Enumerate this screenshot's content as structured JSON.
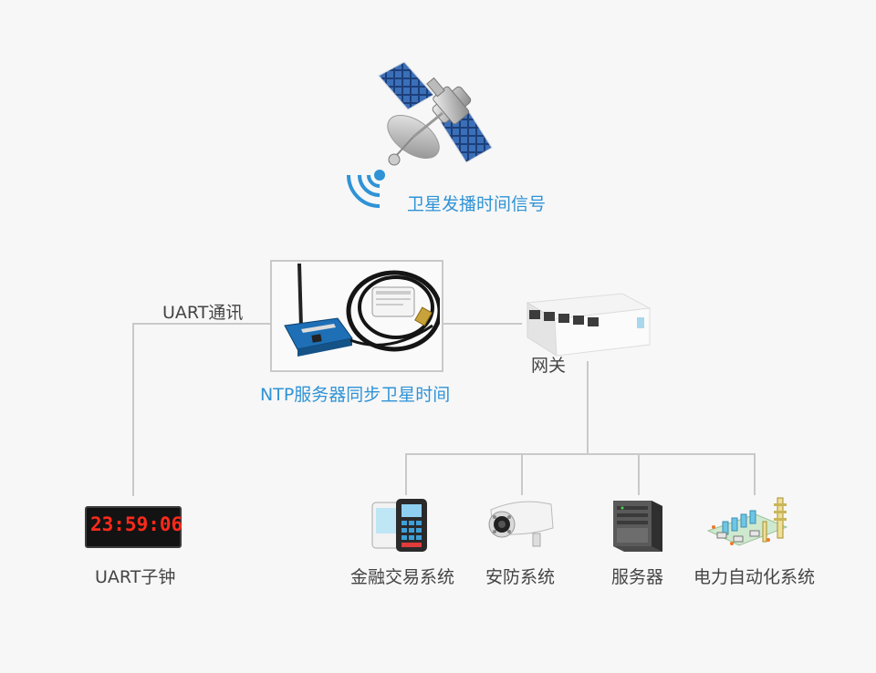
{
  "satellite": {
    "label": "卫星发播时间信号"
  },
  "ntp_server": {
    "label": "NTP服务器同步卫星时间"
  },
  "uart_link": {
    "label": "UART通讯"
  },
  "gateway": {
    "label": "网关"
  },
  "uart_clock": {
    "label": "UART子钟",
    "display_time": "23:59:06"
  },
  "endpoints": {
    "finance": {
      "label": "金融交易系统"
    },
    "security": {
      "label": "安防系统"
    },
    "server": {
      "label": "服务器"
    },
    "power": {
      "label": "电力自动化系统"
    }
  },
  "colors": {
    "accent": "#2f93d6",
    "line": "#c9c9c9",
    "text": "#444444",
    "led": "#ff2a1a"
  }
}
